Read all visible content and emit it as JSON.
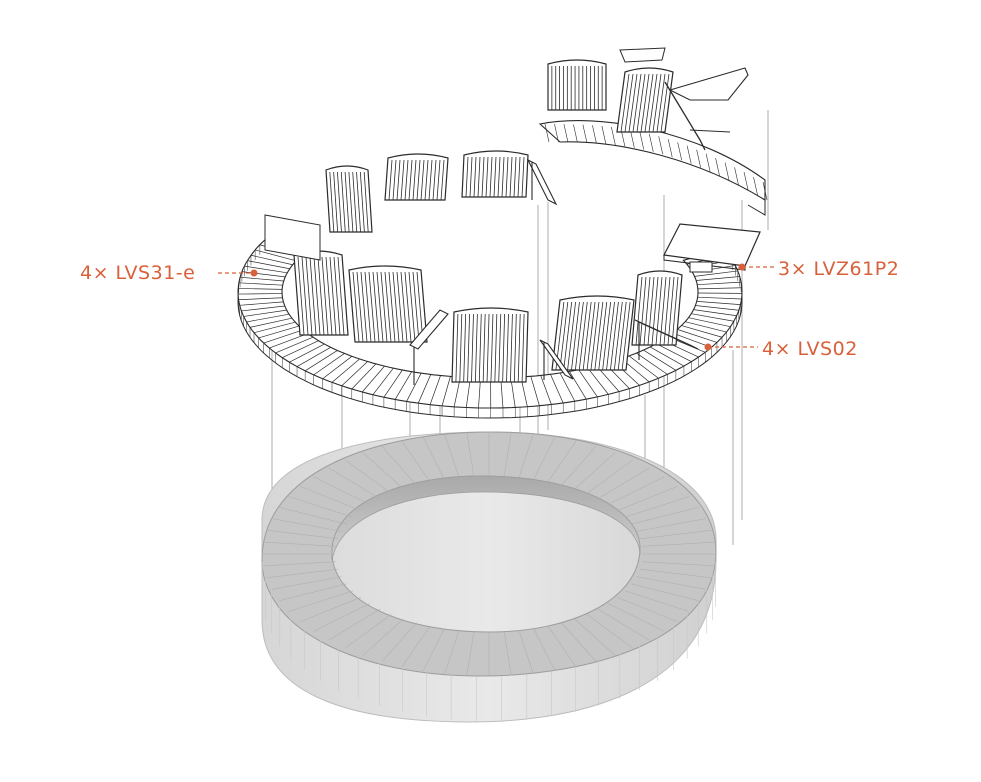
{
  "callouts": [
    {
      "text": "4× LVS31-e"
    },
    {
      "text": "3× LVZ61P2"
    },
    {
      "text": "4× LVS02"
    }
  ],
  "colors": {
    "callout": "#d9603a",
    "line": "#2b2b2b",
    "guide": "#8a8a8a",
    "ring_top": "#c4c4c4",
    "ring_side": "#dadada",
    "seat_fill": "#ffffff"
  },
  "parts": {
    "bench_ring": "curved slatted bench ring with backrests",
    "planter_ring": "concrete ring base"
  }
}
